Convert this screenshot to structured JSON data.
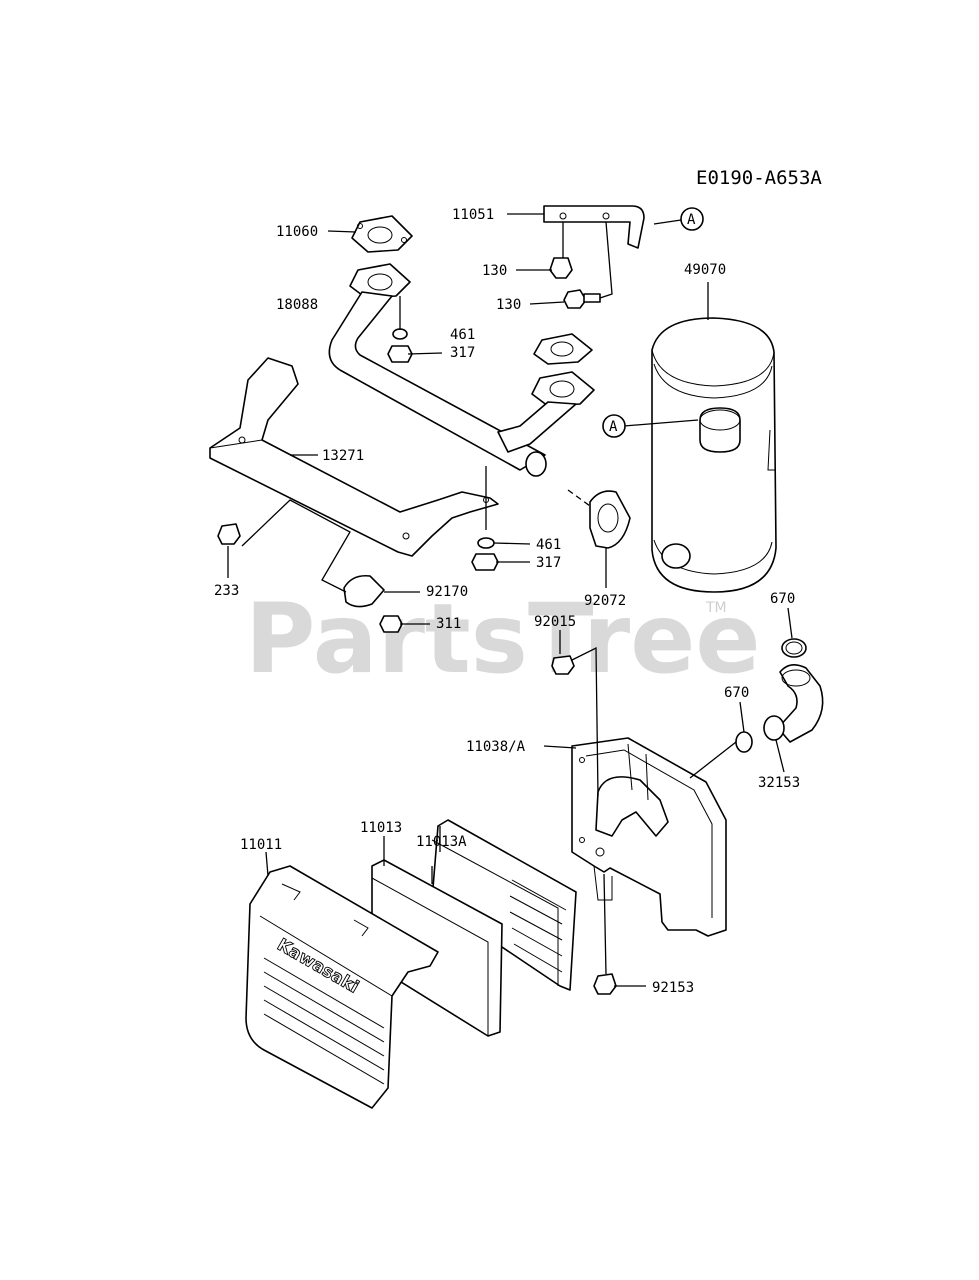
{
  "diagram_code": "E0190-A653A",
  "watermark": "PartsTree",
  "watermark_tm": "TM",
  "ref_marker": "A",
  "brand_on_cover": "Kawasaki",
  "labels": {
    "p11060": "11060",
    "p18088": "18088",
    "p11051": "11051",
    "p130a": "130",
    "p130b": "130",
    "p49070": "49070",
    "p461a": "461",
    "p317a": "317",
    "p13271": "13271",
    "p461b": "461",
    "p317b": "317",
    "p233": "233",
    "p92170": "92170",
    "p311": "311",
    "p92072": "92072",
    "p670a": "670",
    "p92015": "92015",
    "p670b": "670",
    "p11038": "11038/A",
    "p32153": "32153",
    "p11013A": "11013A",
    "p11013": "11013",
    "p11011": "11011",
    "p92153": "92153"
  }
}
